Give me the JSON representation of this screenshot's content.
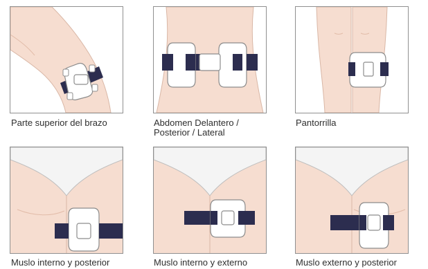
{
  "colors": {
    "skin": "#f6ddd0",
    "skin_shadow": "#efc7b4",
    "strap": "#2c2d4f",
    "device": "#ffffff",
    "outline": "#9a9a9a",
    "frame_border": "#8f8f8f",
    "garment": "#f4f4f4"
  },
  "panels": [
    {
      "caption_line1": "Parte superior del brazo",
      "caption_line2": ""
    },
    {
      "caption_line1": "Abdomen Delantero /",
      "caption_line2": "Posterior / Lateral"
    },
    {
      "caption_line1": "Pantorrilla",
      "caption_line2": ""
    },
    {
      "caption_line1": "Muslo interno y posterior",
      "caption_line2": ""
    },
    {
      "caption_line1": "Muslo interno y externo",
      "caption_line2": ""
    },
    {
      "caption_line1": "Muslo externo y posterior",
      "caption_line2": ""
    }
  ]
}
